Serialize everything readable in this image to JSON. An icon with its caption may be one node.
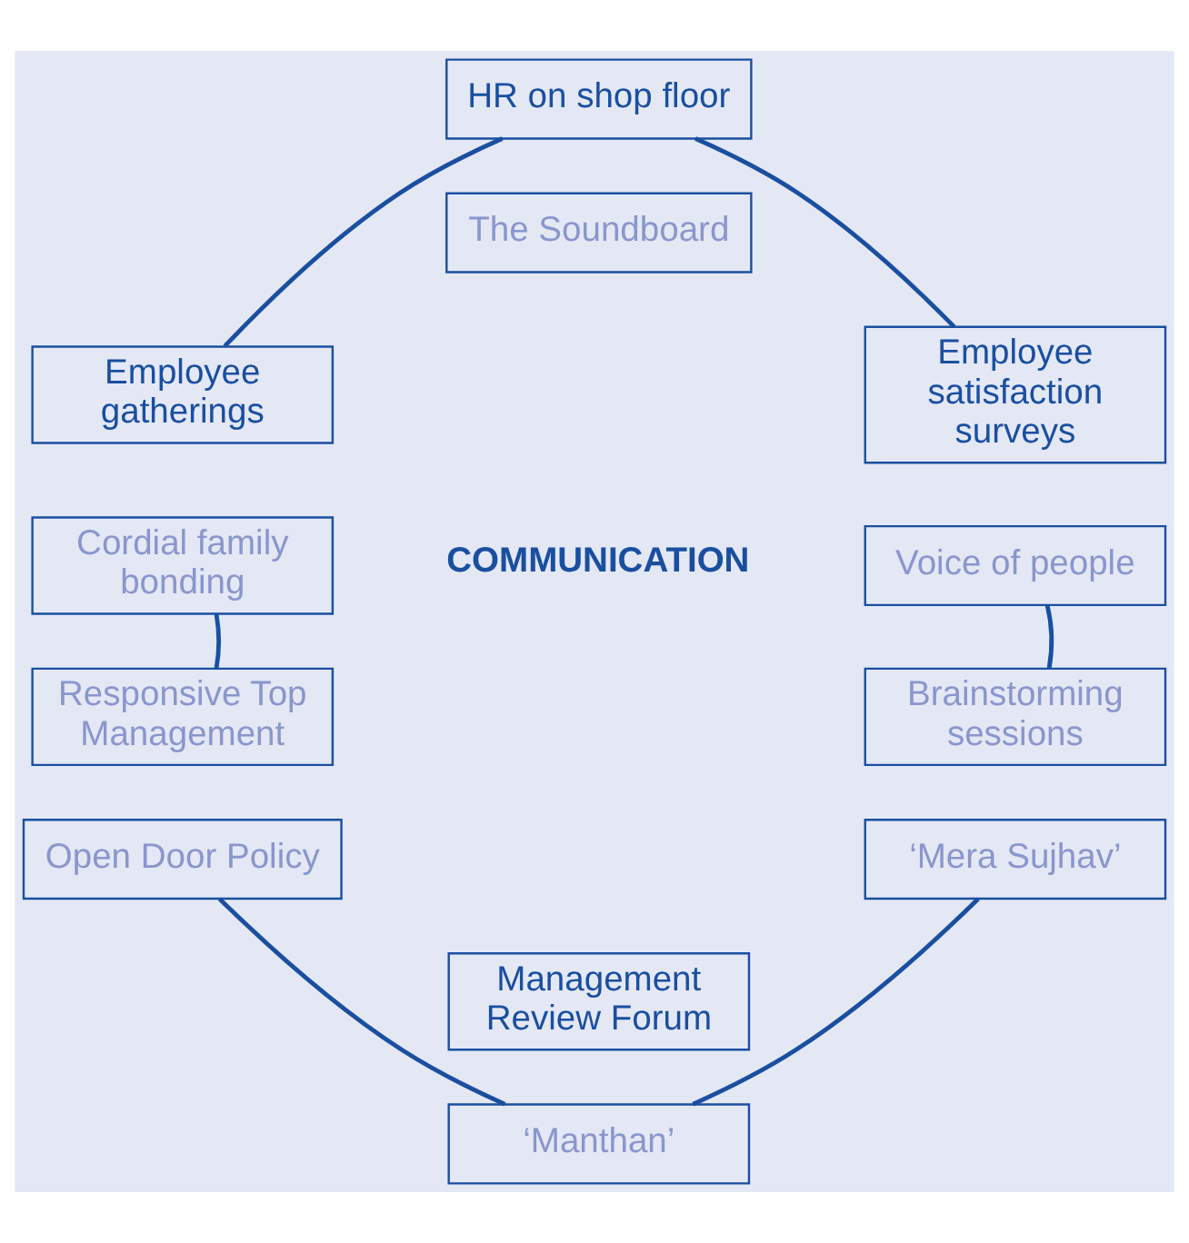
{
  "diagram": {
    "nodes": [
      {
        "text": [
          "HR on shop floor"
        ]
      },
      {
        "text": [
          "The Soundboard"
        ]
      },
      {
        "text": [
          "Employee gatherings"
        ]
      },
      {
        "text": [
          "Employee satisfaction surveys"
        ]
      },
      {
        "text": [
          "Cordial family bonding"
        ]
      },
      {
        "text": [
          "Voice of people"
        ]
      },
      {
        "text": [
          "Responsive Top Management"
        ]
      },
      {
        "text": [
          "Brainstorming sessions"
        ]
      },
      {
        "text": [
          "Open Door Policy"
        ]
      },
      {
        "text": [
          "‘Mera Sujhav’"
        ]
      },
      {
        "text": [
          "Management Review Forum"
        ]
      },
      {
        "text": [
          "‘Manthan’"
        ]
      }
    ],
    "edges": [
      {
        "from": 0,
        "to": 2,
        "arrow": "none"
      },
      {
        "from": 0,
        "to": 3,
        "arrow": "none"
      },
      {
        "from": 4,
        "to": 6,
        "arrow": "none"
      },
      {
        "from": 5,
        "to": 7,
        "arrow": "none"
      },
      {
        "from": 8,
        "to": 11,
        "arrow": "none"
      },
      {
        "from": 9,
        "to": 11,
        "arrow": "none"
      }
    ],
    "labels": [
      "COMMUNICATION"
    ]
  }
}
